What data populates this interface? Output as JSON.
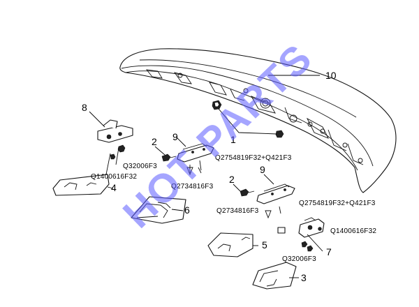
{
  "diagram": {
    "part_numbers": [
      {
        "id": "p1",
        "text": "1"
      },
      {
        "id": "p2a",
        "text": "2"
      },
      {
        "id": "p2b",
        "text": "2"
      },
      {
        "id": "p3",
        "text": "3"
      },
      {
        "id": "p4",
        "text": "4"
      },
      {
        "id": "p5",
        "text": "5"
      },
      {
        "id": "p6",
        "text": "6"
      },
      {
        "id": "p7",
        "text": "7"
      },
      {
        "id": "p8",
        "text": "8"
      },
      {
        "id": "p9a",
        "text": "9"
      },
      {
        "id": "p9b",
        "text": "9"
      },
      {
        "id": "p10",
        "text": "10"
      }
    ],
    "codes": [
      {
        "id": "c1",
        "text": "Q32006F3"
      },
      {
        "id": "c2",
        "text": "Q1400616F32"
      },
      {
        "id": "c3",
        "text": "Q2754819F32+Q421F3"
      },
      {
        "id": "c4",
        "text": "Q2734816F3"
      },
      {
        "id": "c5",
        "text": "Q2754819F32+Q421F3"
      },
      {
        "id": "c6",
        "text": "Q2734816F3"
      },
      {
        "id": "c7",
        "text": "Q1400616F32"
      },
      {
        "id": "c8",
        "text": "Q32006F3"
      }
    ],
    "watermark": "HOT PARTS",
    "watermark_color": "#5b5bff"
  }
}
